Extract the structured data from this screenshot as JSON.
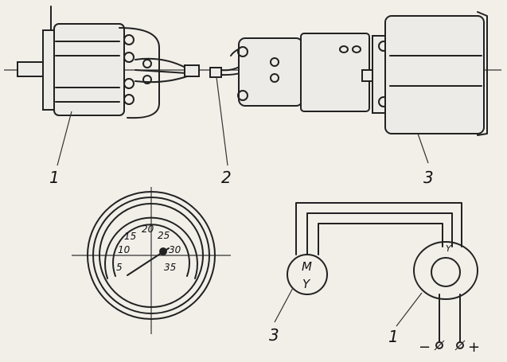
{
  "callouts": {
    "sensor": "1",
    "cable": "2",
    "indicator": "3",
    "schematic_motor": "3",
    "schematic_sensor": "1"
  },
  "dial": {
    "scale": [
      "5",
      "10",
      "15",
      "20",
      "25",
      "30",
      "35"
    ]
  },
  "schematic": {
    "motor_top": "M",
    "motor_bottom": "Y",
    "sensor_mark": "Y",
    "minus_terminal": "−",
    "plus_terminal": "+"
  }
}
